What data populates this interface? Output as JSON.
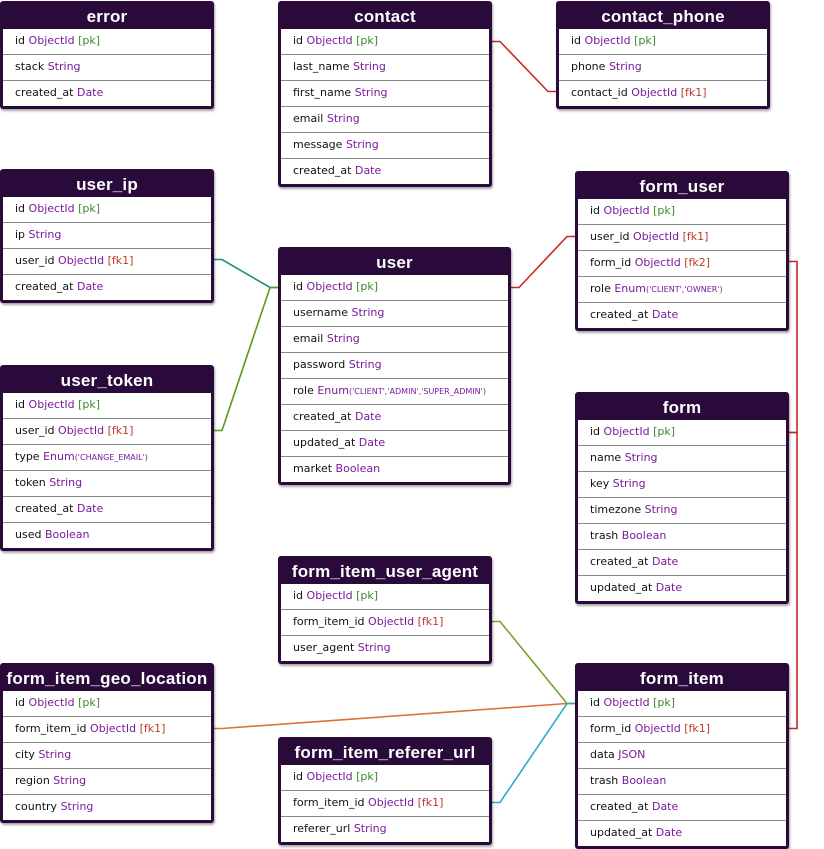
{
  "colors": {
    "header": "#2a0a3a",
    "type": "#7a1a9a",
    "pk": "#3a8a2a",
    "fk": "#c0392b",
    "link_red": "#c62828",
    "link_teal": "#16907a",
    "link_green": "#5a9a1a",
    "link_olive": "#7aa030",
    "link_orange": "#e0703a",
    "link_cyan": "#2aaccc"
  },
  "entities": [
    {
      "name": "error",
      "fields": [
        {
          "name": "id",
          "type": "ObjectId",
          "tag": "[pk]"
        },
        {
          "name": "stack",
          "type": "String"
        },
        {
          "name": "created_at",
          "type": "Date"
        }
      ]
    },
    {
      "name": "contact",
      "fields": [
        {
          "name": "id",
          "type": "ObjectId",
          "tag": "[pk]"
        },
        {
          "name": "last_name",
          "type": "String"
        },
        {
          "name": "first_name",
          "type": "String"
        },
        {
          "name": "email",
          "type": "String"
        },
        {
          "name": "message",
          "type": "String"
        },
        {
          "name": "created_at",
          "type": "Date"
        }
      ]
    },
    {
      "name": "contact_phone",
      "fields": [
        {
          "name": "id",
          "type": "ObjectId",
          "tag": "[pk]"
        },
        {
          "name": "phone",
          "type": "String"
        },
        {
          "name": "contact_id",
          "type": "ObjectId",
          "tag": "[fk1]"
        }
      ]
    },
    {
      "name": "user_ip",
      "fields": [
        {
          "name": "id",
          "type": "ObjectId",
          "tag": "[pk]"
        },
        {
          "name": "ip",
          "type": "String"
        },
        {
          "name": "user_id",
          "type": "ObjectId",
          "tag": "[fk1]"
        },
        {
          "name": "created_at",
          "type": "Date"
        }
      ]
    },
    {
      "name": "user",
      "fields": [
        {
          "name": "id",
          "type": "ObjectId",
          "tag": "[pk]"
        },
        {
          "name": "username",
          "type": "String"
        },
        {
          "name": "email",
          "type": "String"
        },
        {
          "name": "password",
          "type": "String"
        },
        {
          "name": "role",
          "type": "Enum",
          "enum": "('CLIENT','ADMIN','SUPER_ADMIN')"
        },
        {
          "name": "created_at",
          "type": "Date"
        },
        {
          "name": "updated_at",
          "type": "Date"
        },
        {
          "name": "market",
          "type": "Boolean"
        }
      ]
    },
    {
      "name": "form_user",
      "fields": [
        {
          "name": "id",
          "type": "ObjectId",
          "tag": "[pk]"
        },
        {
          "name": "user_id",
          "type": "ObjectId",
          "tag": "[fk1]"
        },
        {
          "name": "form_id",
          "type": "ObjectId",
          "tag": "[fk2]"
        },
        {
          "name": "role",
          "type": "Enum",
          "enum": "('CLIENT','OWNER')"
        },
        {
          "name": "created_at",
          "type": "Date"
        }
      ]
    },
    {
      "name": "user_token",
      "fields": [
        {
          "name": "id",
          "type": "ObjectId",
          "tag": "[pk]"
        },
        {
          "name": "user_id",
          "type": "ObjectId",
          "tag": "[fk1]"
        },
        {
          "name": "type",
          "type": "Enum",
          "enum": "('CHANGE_EMAIL')"
        },
        {
          "name": "token",
          "type": "String"
        },
        {
          "name": "created_at",
          "type": "Date"
        },
        {
          "name": "used",
          "type": "Boolean"
        }
      ]
    },
    {
      "name": "form",
      "fields": [
        {
          "name": "id",
          "type": "ObjectId",
          "tag": "[pk]"
        },
        {
          "name": "name",
          "type": "String"
        },
        {
          "name": "key",
          "type": "String"
        },
        {
          "name": "timezone",
          "type": "String"
        },
        {
          "name": "trash",
          "type": "Boolean"
        },
        {
          "name": "created_at",
          "type": "Date"
        },
        {
          "name": "updated_at",
          "type": "Date"
        }
      ]
    },
    {
      "name": "form_item_user_agent",
      "fields": [
        {
          "name": "id",
          "type": "ObjectId",
          "tag": "[pk]"
        },
        {
          "name": "form_item_id",
          "type": "ObjectId",
          "tag": "[fk1]"
        },
        {
          "name": "user_agent",
          "type": "String"
        }
      ]
    },
    {
      "name": "form_item_geo_location",
      "fields": [
        {
          "name": "id",
          "type": "ObjectId",
          "tag": "[pk]"
        },
        {
          "name": "form_item_id",
          "type": "ObjectId",
          "tag": "[fk1]"
        },
        {
          "name": "city",
          "type": "String"
        },
        {
          "name": "region",
          "type": "String"
        },
        {
          "name": "country",
          "type": "String"
        }
      ]
    },
    {
      "name": "form_item",
      "fields": [
        {
          "name": "id",
          "type": "ObjectId",
          "tag": "[pk]"
        },
        {
          "name": "form_id",
          "type": "ObjectId",
          "tag": "[fk1]"
        },
        {
          "name": "data",
          "type": "JSON"
        },
        {
          "name": "trash",
          "type": "Boolean"
        },
        {
          "name": "created_at",
          "type": "Date"
        },
        {
          "name": "updated_at",
          "type": "Date"
        }
      ]
    },
    {
      "name": "form_item_referer_url",
      "fields": [
        {
          "name": "id",
          "type": "ObjectId",
          "tag": "[pk]"
        },
        {
          "name": "form_item_id",
          "type": "ObjectId",
          "tag": "[fk1]"
        },
        {
          "name": "referer_url",
          "type": "String"
        }
      ]
    }
  ],
  "relations": [
    {
      "from": "contact.id",
      "to": "contact_phone.contact_id",
      "color": "link_red"
    },
    {
      "from": "user.id",
      "to": "user_ip.user_id",
      "color": "link_teal"
    },
    {
      "from": "user.id",
      "to": "user_token.user_id",
      "color": "link_green"
    },
    {
      "from": "user.id",
      "to": "form_user.user_id",
      "color": "link_red"
    },
    {
      "from": "form.id",
      "to": "form_user.form_id",
      "color": "link_red"
    },
    {
      "from": "form.id",
      "to": "form_item.form_id",
      "color": "link_red"
    },
    {
      "from": "form_item.id",
      "to": "form_item_user_agent.form_item_id",
      "color": "link_olive"
    },
    {
      "from": "form_item.id",
      "to": "form_item_geo_location.form_item_id",
      "color": "link_orange"
    },
    {
      "from": "form_item.id",
      "to": "form_item_referer_url.form_item_id",
      "color": "link_cyan"
    }
  ]
}
